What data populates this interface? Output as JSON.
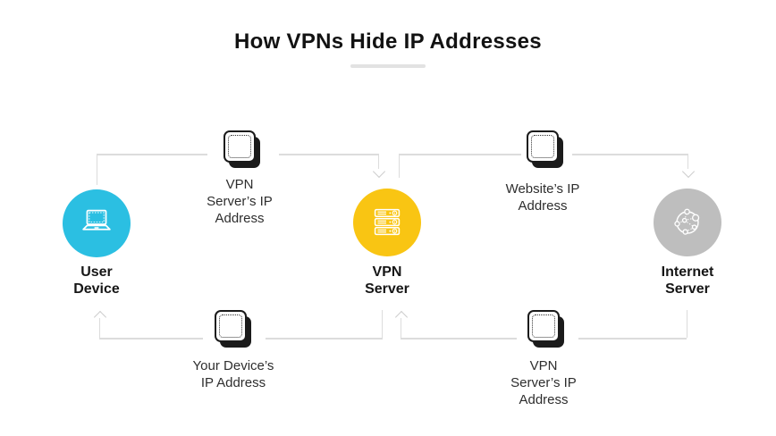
{
  "title": "How VPNs Hide IP Addresses",
  "nodes": {
    "user": {
      "label": "User\nDevice",
      "color": "#2BBFE2",
      "icon": "laptop-icon"
    },
    "vpn": {
      "label": "VPN\nServer",
      "color": "#F9C513",
      "icon": "server-icon"
    },
    "internet": {
      "label": "Internet\nServer",
      "color": "#BEBEBE",
      "icon": "globe-icon"
    }
  },
  "flows": {
    "user_to_vpn": {
      "label": "VPN\nServer’s IP\nAddress",
      "from": "User Device",
      "to": "VPN Server"
    },
    "vpn_to_internet": {
      "label": "Website’s IP\nAddress",
      "from": "VPN Server",
      "to": "Internet Server"
    },
    "vpn_to_user": {
      "label": "Your Device’s\nIP Address",
      "from": "VPN Server",
      "to": "User Device"
    },
    "internet_to_vpn": {
      "label": "VPN\nServer’s IP\nAddress",
      "from": "Internet Server",
      "to": "VPN Server"
    }
  },
  "colors": {
    "connector_line": "#DCDCDC",
    "arrowhead": "#CDCDCD",
    "title_text": "#121212",
    "title_underline": "#E2E2E2",
    "packet_outline": "#1B1B1B"
  }
}
